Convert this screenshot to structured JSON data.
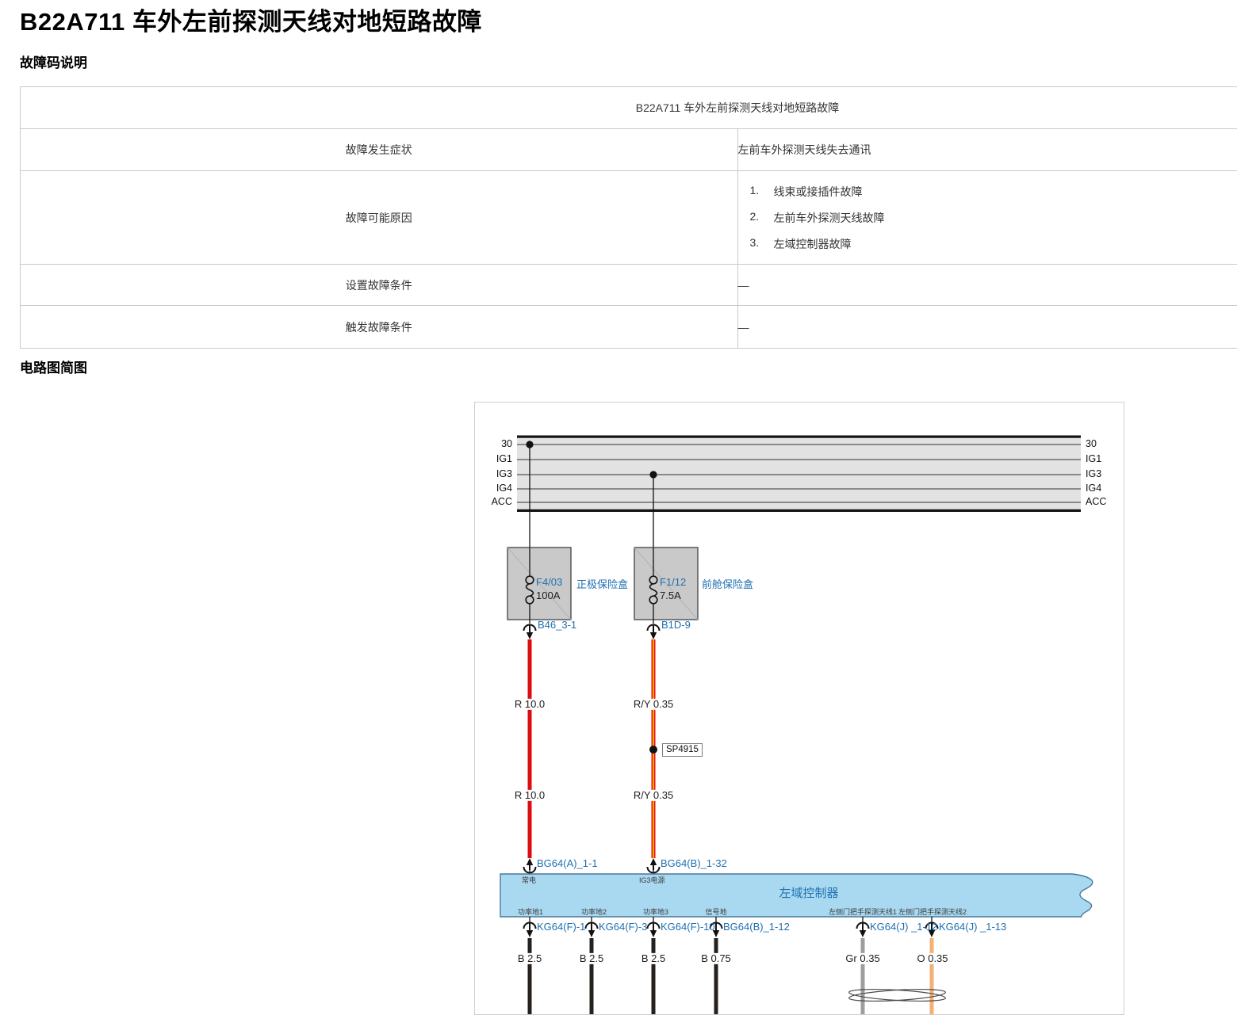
{
  "page": {
    "title": "B22A711 车外左前探测天线对地短路故障",
    "section_fault": "故障码说明",
    "section_circuit": "电路图简图"
  },
  "fault_table": {
    "header": "B22A711 车外左前探测天线对地短路故障",
    "rows": [
      {
        "label": "故障发生症状",
        "content": "左前车外探测天线失去通讯"
      },
      {
        "label": "故障可能原因",
        "numbers": [
          "1.",
          "2.",
          "3."
        ],
        "items": [
          "线束或接插件故障",
          "左前车外探测天线故障",
          "左域控制器故障"
        ]
      },
      {
        "label": "设置故障条件",
        "content": "—"
      },
      {
        "label": "触发故障条件",
        "content": "—"
      }
    ]
  },
  "diagram": {
    "rails_left": [
      "30",
      "IG1",
      "IG3",
      "IG4",
      "ACC"
    ],
    "rails_right": [
      "30",
      "IG1",
      "IG3",
      "IG4",
      "ACC"
    ],
    "fuse1": {
      "id": "F4/03",
      "rating": "100A",
      "box_label": "正极保险盒",
      "connector": "B46_3-1",
      "wire_label_top": "R 10.0",
      "wire_label_bottom": "R 10.0"
    },
    "fuse2": {
      "id": "F1/12",
      "rating": "7.5A",
      "box_label": "前舱保险盒",
      "connector": "B1D-9",
      "wire_label_top": "R/Y 0.35",
      "wire_label_bottom": "R/Y 0.35"
    },
    "splice": {
      "id": "SP4915"
    },
    "controller": {
      "name": "左域控制器",
      "top_pins": [
        {
          "pin": "常电",
          "connector": "BG64(A)_1-1"
        },
        {
          "pin": "IG3电源",
          "connector": "BG64(B)_1-32"
        }
      ],
      "bottom_pins": [
        {
          "pin": "功率地1",
          "connector": "KG64(F)-1",
          "wire": "B 2.5"
        },
        {
          "pin": "功率地2",
          "connector": "KG64(F)-3",
          "wire": "B 2.5"
        },
        {
          "pin": "功率地3",
          "connector": "KG64(F)-10",
          "wire": "B 2.5"
        },
        {
          "pin": "信号地",
          "connector": "BG64(B)_1-12",
          "wire": "B 0.75"
        },
        {
          "pin": "左侧门把手探测天线1",
          "connector": "KG64(J) _1-12",
          "wire": "Gr 0.35"
        },
        {
          "pin": "左侧门把手探测天线2",
          "connector": "KG64(J) _1-13",
          "wire": "O 0.35"
        }
      ]
    },
    "colors": {
      "wire_red": "#df0c12",
      "wire_ry_core": "#ff9e00",
      "wire_black": "#26211d",
      "wire_gray": "#9e9e9e",
      "wire_orange": "#f3b077",
      "label_blue": "#1e6fb0",
      "controller_fill": "#a9d9f1"
    }
  }
}
